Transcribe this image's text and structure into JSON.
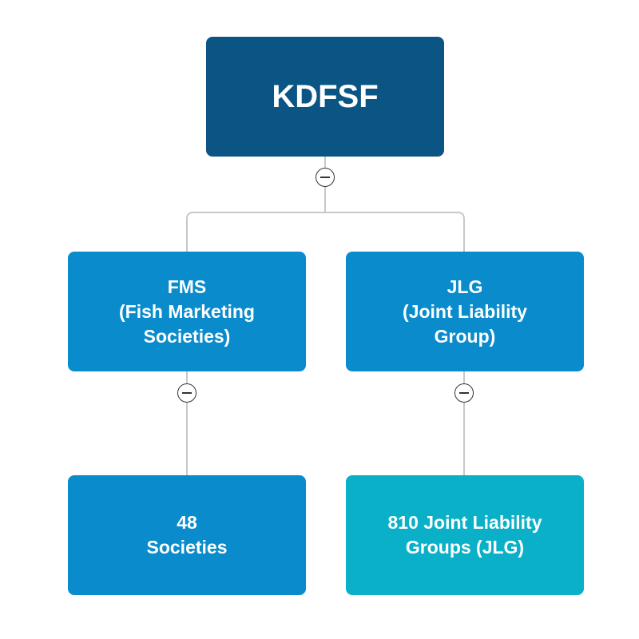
{
  "root": {
    "label": "KDFSF"
  },
  "branches": [
    {
      "line1": "FMS",
      "line2": "(Fish Marketing",
      "line3": "Societies)",
      "child": {
        "line1": "48",
        "line2": "Societies"
      }
    },
    {
      "line1": "JLG",
      "line2": "(Joint Liability",
      "line3": "Group)",
      "child": {
        "line1": "810 Joint Liability",
        "line2": "Groups (JLG)"
      }
    }
  ],
  "colors": {
    "root": "#0a5583",
    "branch": "#0a8ccc",
    "leaf_societies": "#0a8ccc",
    "leaf_jlg": "#0ab0c8",
    "connector": "#c8c8c8"
  },
  "icons": {
    "collapse": "collapse-minus-icon"
  }
}
